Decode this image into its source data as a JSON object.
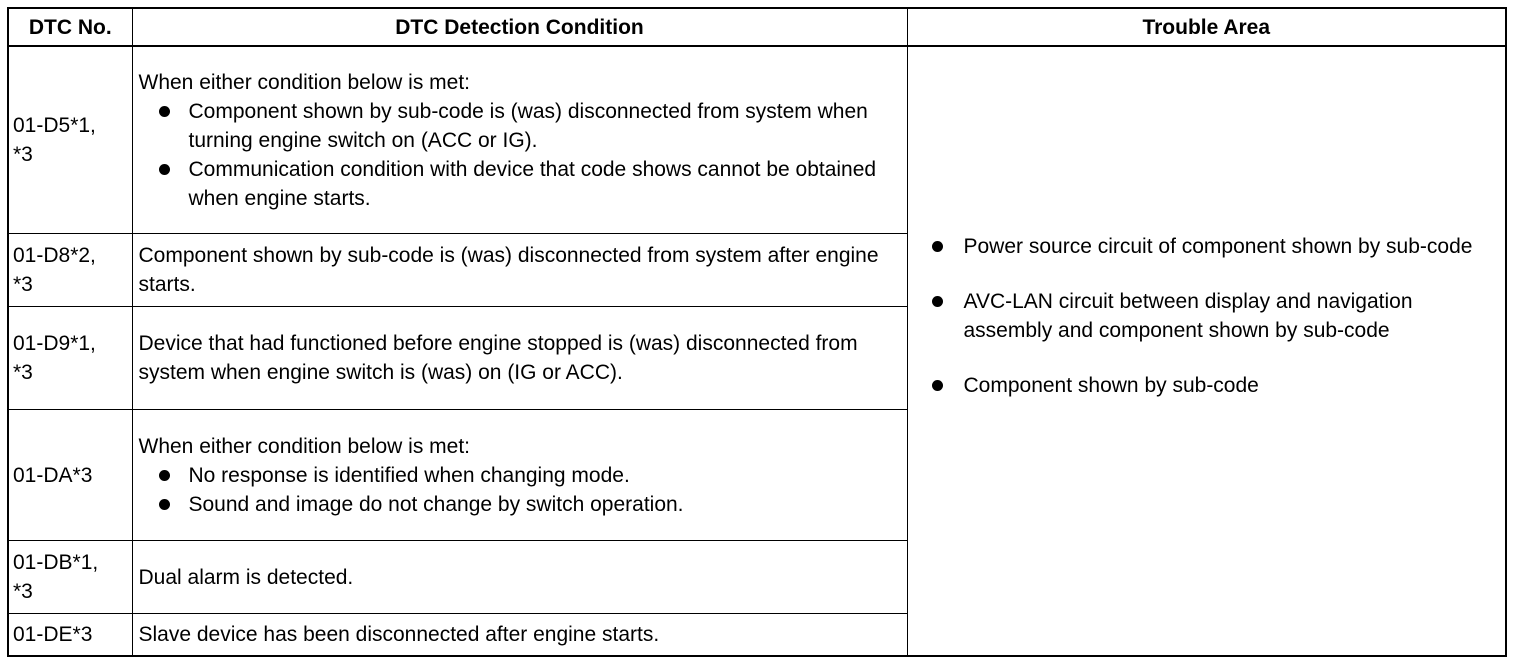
{
  "table": {
    "headers": [
      "DTC No.",
      "DTC Detection Condition",
      "Trouble Area"
    ],
    "rows": [
      {
        "dtc_line1": "01-D5*1,",
        "dtc_line2": "*3",
        "intro": "When either condition below is met:",
        "bullets": [
          "Component shown by sub-code is (was) disconnected from system when turning engine switch on (ACC or IG).",
          "Communication condition with device that code shows cannot be obtained when engine starts."
        ]
      },
      {
        "dtc_line1": "01-D8*2,",
        "dtc_line2": "*3",
        "condition": "Component shown by sub-code is (was) disconnected from system after engine starts."
      },
      {
        "dtc_line1": "01-D9*1,",
        "dtc_line2": "*3",
        "condition": "Device that had functioned before engine stopped is (was) disconnected from system when engine switch is (was) on (IG or ACC)."
      },
      {
        "dtc_line1": "01-DA*3",
        "intro": "When either condition below is met:",
        "bullets": [
          "No response is identified when changing mode.",
          "Sound and image do not change by switch operation."
        ]
      },
      {
        "dtc_line1": "01-DB*1,",
        "dtc_line2": "*3",
        "condition": "Dual alarm is detected."
      },
      {
        "dtc_line1": "01-DE*3",
        "condition": "Slave device has been disconnected after engine starts."
      }
    ],
    "trouble_area": [
      "Power source circuit of component shown by sub-code",
      "AVC-LAN circuit between display and navigation assembly and component shown by sub-code",
      "Component shown by sub-code"
    ]
  }
}
